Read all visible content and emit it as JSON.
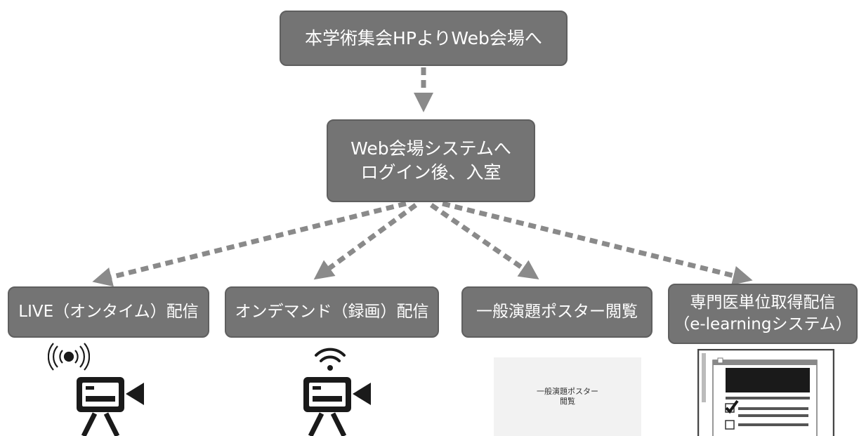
{
  "nodes": {
    "top": "本学術集会HPよりWeb会場へ",
    "login_line1": "Web会場システムへ",
    "login_line2": "ログイン後、入室",
    "live": "LIVE（オンタイム）配信",
    "ondemand": "オンデマンド（録画）配信",
    "poster": "一般演題ポスター閲覧",
    "elearning_line1": "専門医単位取得配信",
    "elearning_line2": "（e-learningシステム）"
  },
  "poster_thumbnail": {
    "line1": "一般演題ポスター",
    "line2": "閲覧"
  },
  "icons": [
    "broadcast-icon",
    "video-camera-icon",
    "wifi-icon",
    "e-learning-screen-icon"
  ],
  "colors": {
    "box": "#747474",
    "arrow": "#8a8a8a",
    "icon": "#1a1a1a"
  }
}
